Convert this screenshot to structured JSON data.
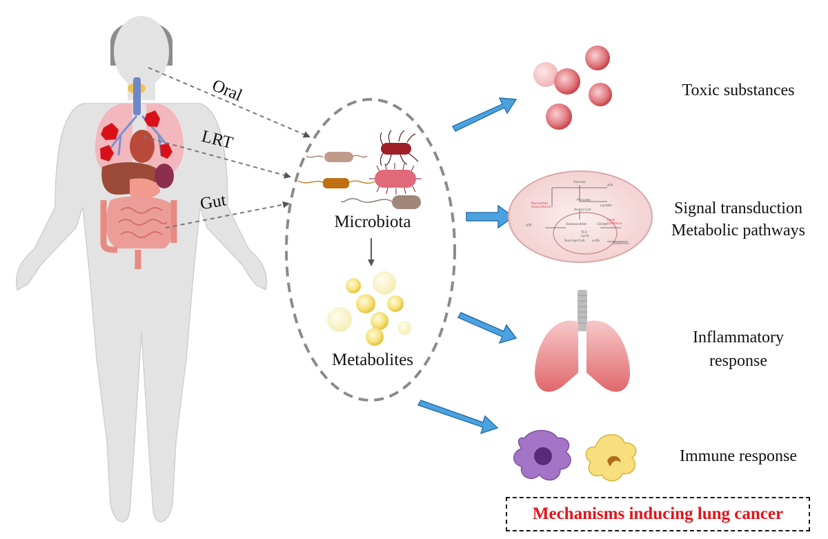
{
  "sources": {
    "oral": "Oral",
    "lrt": "LRT",
    "gut": "Gut"
  },
  "center": {
    "microbiota": "Microbiota",
    "metabolites": "Metabolites"
  },
  "outcomes": {
    "toxic": "Toxic substances",
    "signal_line1": "Signal transduction",
    "signal_line2": "Metabolic pathways",
    "inflam_line1": "Inflammatory",
    "inflam_line2": "response",
    "immune": "Immune response"
  },
  "banner": "Mechanisms inducing lung cancer",
  "colors": {
    "arrow_blue": "#4aa3e0",
    "banner_text": "#e3141b",
    "dashed_gray": "#8a8a8a"
  }
}
